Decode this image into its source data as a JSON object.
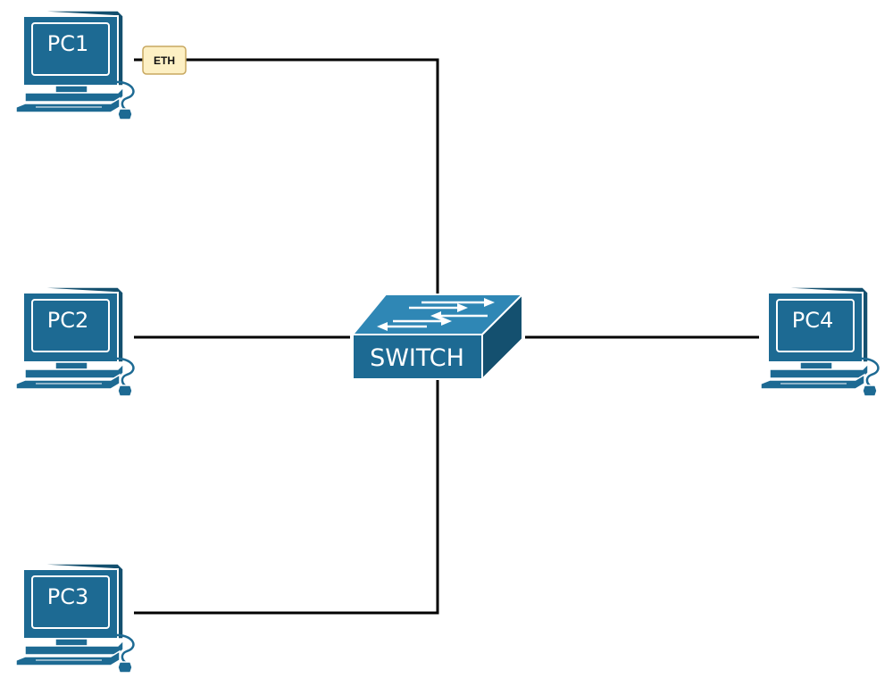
{
  "diagram": {
    "type": "network-topology",
    "colors": {
      "device": "#1d6a93",
      "device_dark": "#14506f",
      "device_light": "#2f87b5",
      "outline": "#ffffff",
      "link": "#000000",
      "tag_fill": "#fdf0c4",
      "tag_border": "#c8a860"
    },
    "devices": {
      "pc1": {
        "label": "PC1",
        "icon": "desktop-computer-icon"
      },
      "pc2": {
        "label": "PC2",
        "icon": "desktop-computer-icon"
      },
      "pc3": {
        "label": "PC3",
        "icon": "desktop-computer-icon"
      },
      "pc4": {
        "label": "PC4",
        "icon": "desktop-computer-icon"
      },
      "switch": {
        "label": "SWITCH",
        "icon": "network-switch-icon"
      }
    },
    "links": [
      {
        "from": "PC1",
        "to": "SWITCH",
        "tag": "ETH"
      },
      {
        "from": "PC2",
        "to": "SWITCH"
      },
      {
        "from": "PC3",
        "to": "SWITCH"
      },
      {
        "from": "PC4",
        "to": "SWITCH"
      }
    ]
  }
}
